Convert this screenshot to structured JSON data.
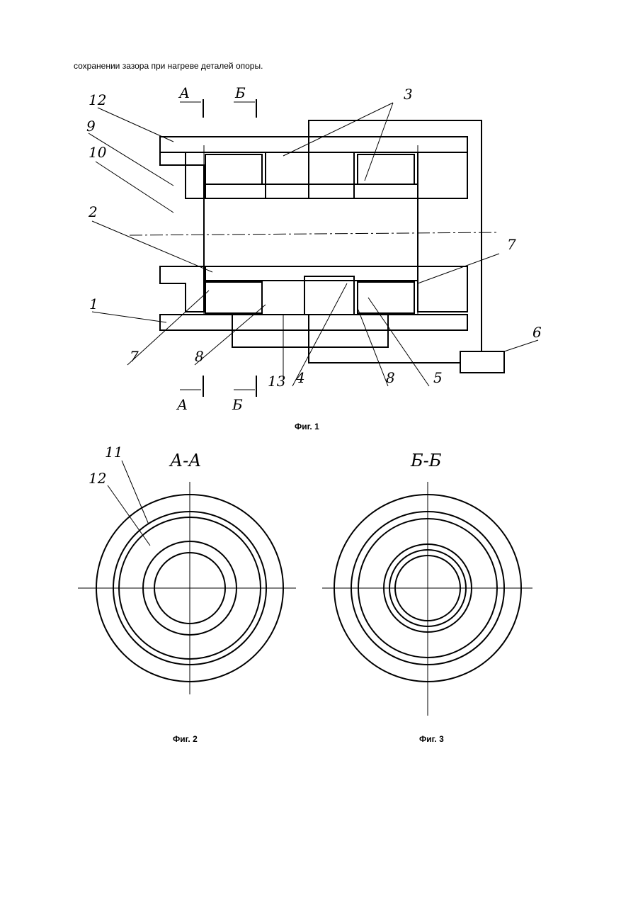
{
  "text": {
    "intro_line": "сохранении зазора при нагреве деталей опоры."
  },
  "captions": {
    "fig1": "Фиг. 1",
    "fig2": "Фиг. 2",
    "fig3": "Фиг. 3"
  },
  "labels": {
    "n12": "12",
    "n9": "9",
    "n10": "10",
    "n2": "2",
    "n1": "1",
    "n7a": "7",
    "n7b": "7",
    "n8a": "8",
    "n8b": "8",
    "n13": "13",
    "n4": "4",
    "n5": "5",
    "n6": "6",
    "n3": "3",
    "n11": "11",
    "n12b": "12",
    "secA_top": "А",
    "secB_top": "Б",
    "secA_bot": "А",
    "secB_bot": "Б",
    "sectionAA": "А-А",
    "sectionBB": "Б-Б"
  }
}
